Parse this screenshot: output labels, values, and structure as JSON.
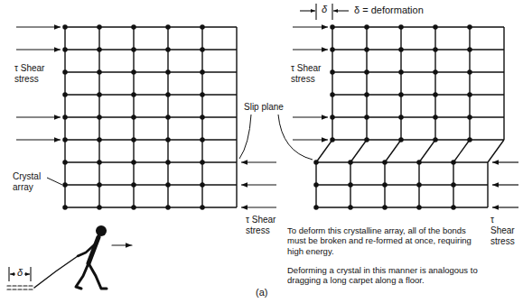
{
  "diagram": {
    "caption": "(a)",
    "labels": [
      "δ",
      "δ = deformation",
      "τ Shear stress",
      "τ Shear stress",
      "Slip plane",
      "Crystal array",
      "τ Shear stress",
      "τ Shear stress",
      "To deform this crystalline array, all of the bonds must be broken and re-formed at once, requiring high energy.",
      "Deforming a crystal in this manner is analogous to dragging a long carpet along a floor.",
      "δ"
    ]
  }
}
